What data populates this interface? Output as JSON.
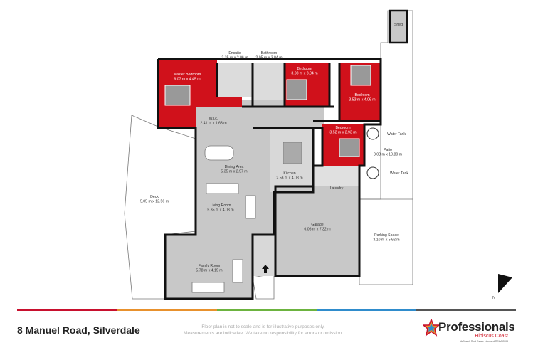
{
  "rooms": {
    "ensuite": {
      "name": "Ensuite",
      "size": "2.35 m x 2.06 m"
    },
    "bathroom": {
      "name": "Bathroom",
      "size": "2.05 m x 3.04 m"
    },
    "master": {
      "name": "Master Bedroom",
      "size": "6.07 m x 4.45 m"
    },
    "bed1": {
      "name": "Bedroom",
      "size": "3.08 m x 3.04 m"
    },
    "bed2": {
      "name": "Bedroom",
      "size": "3.53 m x 4.06 m"
    },
    "wic": {
      "name": "W.i.c.",
      "size": "2.41 m x 1.63 m"
    },
    "bed3": {
      "name": "Bedroom",
      "size": "3.52 m x 2.93 m"
    },
    "tank1": {
      "name": "Water Tank"
    },
    "tank2": {
      "name": "Water Tank"
    },
    "patio": {
      "name": "Patio",
      "size": "3.08 m x 10.80 m"
    },
    "dining": {
      "name": "Dining Area",
      "size": "5.35 m x 2.97 m"
    },
    "kitchen": {
      "name": "Kitchen",
      "size": "2.56 m x 4.08 m"
    },
    "deck": {
      "name": "Deck",
      "size": "5.05 m x 12.56 m"
    },
    "living": {
      "name": "Living Room",
      "size": "5.35 m x 4.03 m"
    },
    "laundry": {
      "name": "Laundry"
    },
    "garage": {
      "name": "Garage",
      "size": "6.06 m x 7.32 m"
    },
    "parking": {
      "name": "Parking Space",
      "size": "3.10 m x 5.62 m"
    },
    "family": {
      "name": "Family Room",
      "size": "5.78 m x 4.19 m"
    },
    "shed": {
      "name": "Shed"
    }
  },
  "north": "N",
  "colors": {
    "bedroom": "#d0111b",
    "floor": "#c8c8c8",
    "bar": [
      "#c8102e",
      "#e8912d",
      "#6cb33f",
      "#2f8ccc",
      "#555555"
    ]
  },
  "footer": {
    "address": "8 Manuel Road, Silverdale",
    "disclaimer_1": "Floor plan is not to scale and is for illustrative purposes only.",
    "disclaimer_2": "Measurements are indicative. We take no responsibility for errors or omission.",
    "brand": "Professionals",
    "branch": "Hibiscus Coast",
    "licence": "McDowell Real Estate Licensed REAA 2008"
  }
}
